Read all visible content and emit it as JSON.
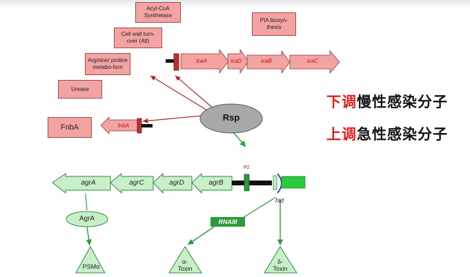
{
  "protein_boxes": {
    "acyl_coa": "Acyl-CoA Synthetase",
    "cell_wall": "Cell wall turn-over (Atl)",
    "pia": "PIA biosyn-thesis",
    "arginine": "Arginine/ proline metabo-lism",
    "urease": "Urease",
    "fnba": "FnbA"
  },
  "ica_genes": [
    "icaA",
    "icaD",
    "icaB",
    "icaC"
  ],
  "fnba_gene": "fnbA",
  "rsp_label": "Rsp",
  "annotations": {
    "down_red": "下调",
    "down_black": "慢性感染分子",
    "up_red": "上调",
    "up_black": "急性感染分子"
  },
  "agr_genes": [
    "agrA",
    "agrC",
    "agrD",
    "agrB"
  ],
  "p2_label": "P2",
  "hld_label": "hld",
  "agra_protein": "AgrA",
  "rnaiii_label": "RNAIII",
  "toxins": {
    "psm": "PSMα",
    "alpha_symbol": "α-",
    "alpha_word": "Toxin",
    "delta_symbol": "δ-",
    "delta_word": "Toxin"
  },
  "colors": {
    "pink_fill": "#f4a3a3",
    "green_fill": "#c9efc9",
    "dark_green": "#2a9a3a",
    "red_text": "#e02020"
  }
}
